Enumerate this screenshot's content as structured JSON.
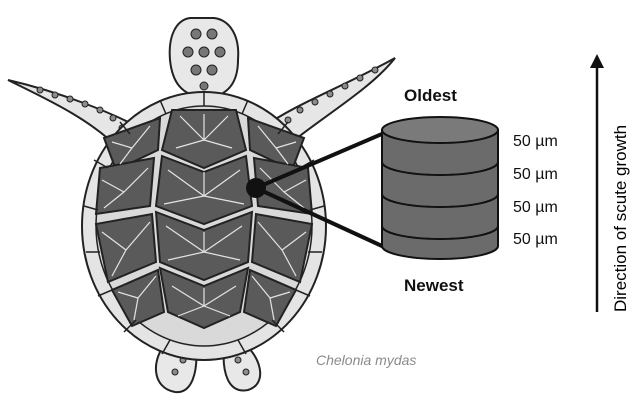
{
  "labels": {
    "oldest": "Oldest",
    "newest": "Newest",
    "species": "Chelonia mydas",
    "growth_direction": "Direction of scute growth"
  },
  "layers": [
    {
      "thickness": "50 µm"
    },
    {
      "thickness": "50 µm"
    },
    {
      "thickness": "50 µm"
    },
    {
      "thickness": "50 µm"
    }
  ],
  "colors": {
    "cylinder_fill": "#6b6b6b",
    "cylinder_top": "#7a7a7a",
    "outline": "#111111",
    "scute_fill": "#5a5a5a"
  },
  "icons": {
    "turtle": "sea-turtle-illustration",
    "arrow": "arrow-up-icon",
    "sample_point": "sample-dot-icon"
  }
}
